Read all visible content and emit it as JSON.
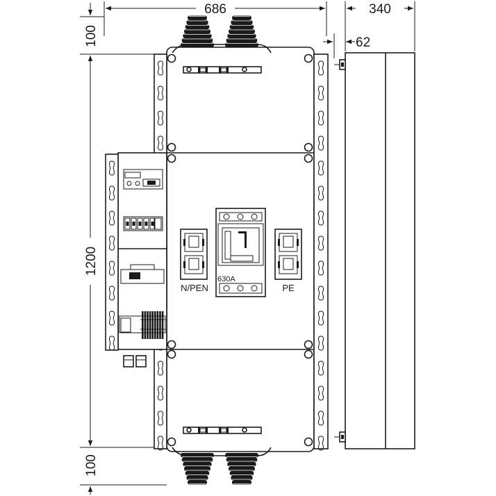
{
  "dimensions": {
    "width_total": "686",
    "depth_total": "340",
    "depth_offset": "62",
    "height_top_gland": "100",
    "height_body": "1200",
    "height_bottom_gland": "100"
  },
  "labels": {
    "neutral": "N/PEN",
    "breaker": "630A",
    "earth": "PE"
  }
}
